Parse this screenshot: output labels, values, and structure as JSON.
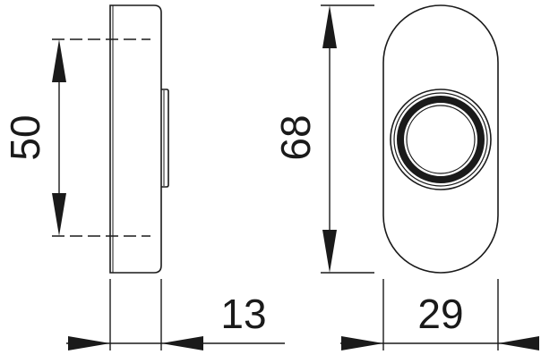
{
  "dimensions": {
    "mounting_distance": "50",
    "overall_height": "68",
    "depth": "13",
    "width": "29"
  }
}
